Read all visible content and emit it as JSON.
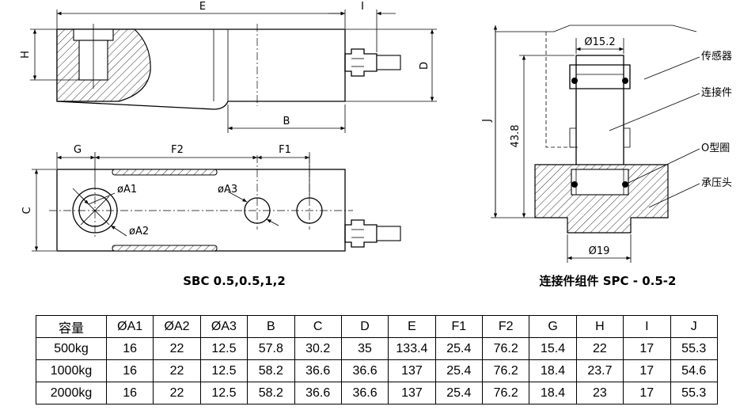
{
  "drawing_left": {
    "dims": {
      "E": "E",
      "I": "I",
      "H": "H",
      "D": "D",
      "B": "B",
      "G": "G",
      "F2": "F2",
      "F1": "F1",
      "C": "C"
    },
    "holes": {
      "a1": "øA1",
      "a2": "øA2",
      "a3": "øA3"
    },
    "caption": "SBC 0.5,0.5,1,2"
  },
  "drawing_right": {
    "dims": {
      "top_dia": "Ø15.2",
      "bottom_dia": "Ø19",
      "height": "43.8",
      "J": "J"
    },
    "labels": {
      "sensor": "传感器",
      "connector": "连接件",
      "oring": "O型圈",
      "bearing_head": "承压头"
    },
    "caption": "连接件组件 SPC - 0.5-2"
  },
  "table": {
    "headers": [
      "容量",
      "ØA1",
      "ØA2",
      "ØA3",
      "B",
      "C",
      "D",
      "E",
      "F1",
      "F2",
      "G",
      "H",
      "I",
      "J"
    ],
    "rows": [
      [
        "500kg",
        "16",
        "22",
        "12.5",
        "57.8",
        "30.2",
        "35",
        "133.4",
        "25.4",
        "76.2",
        "15.4",
        "22",
        "17",
        "55.3"
      ],
      [
        "1000kg",
        "16",
        "22",
        "12.5",
        "58.2",
        "36.6",
        "36.6",
        "137",
        "25.4",
        "76.2",
        "18.4",
        "23.7",
        "17",
        "54.6"
      ],
      [
        "2000kg",
        "16",
        "22",
        "12.5",
        "58.2",
        "36.6",
        "36.6",
        "137",
        "25.4",
        "76.2",
        "18.4",
        "23",
        "17",
        "55.3"
      ]
    ]
  }
}
